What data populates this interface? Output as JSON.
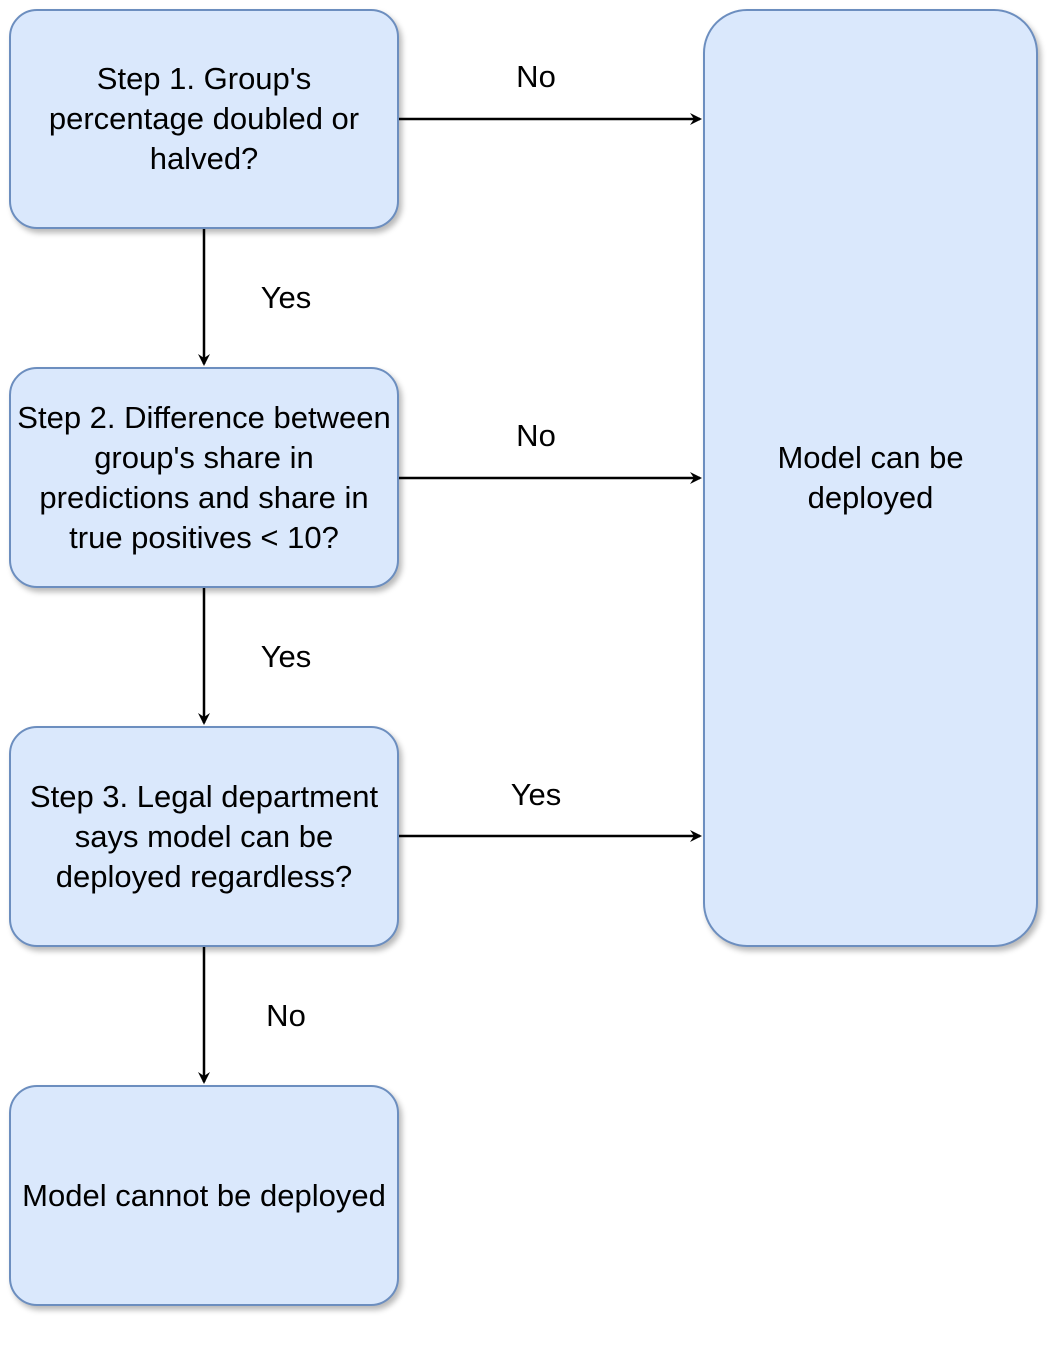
{
  "nodes": {
    "step1": "Step 1. Group's percentage doubled or halved?",
    "step2": "Step 2. Difference between group's share in predictions and share in true positives < 10?",
    "step3": "Step 3. Legal department says model can be deployed regardless?",
    "can_deploy": "Model can be deployed",
    "cannot_deploy": "Model cannot be deployed"
  },
  "edges": {
    "step1_no": "No",
    "step1_yes": "Yes",
    "step2_no": "No",
    "step2_yes": "Yes",
    "step3_yes": "Yes",
    "step3_no": "No"
  },
  "colors": {
    "node_fill": "#dae8fc",
    "node_border": "#6c8ebf",
    "edge": "#000000"
  }
}
